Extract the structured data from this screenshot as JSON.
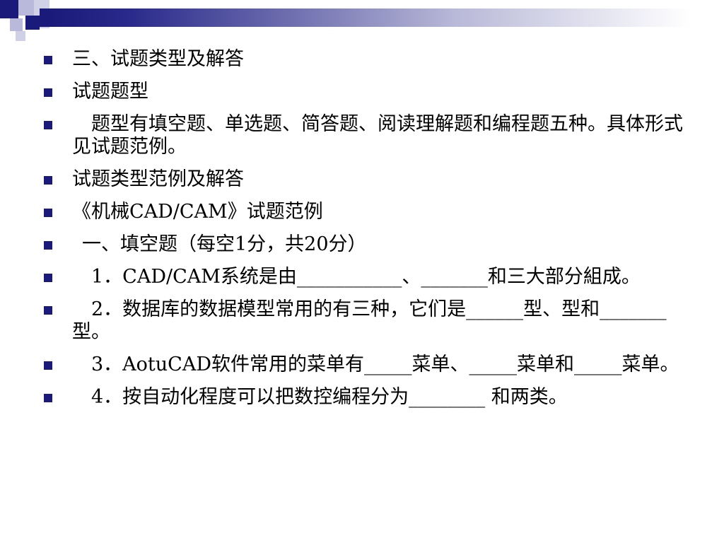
{
  "header": {
    "brand_color": "#1a1a7a",
    "accent_color": "#b9b9db"
  },
  "bullets": [
    {
      "text": "三、试题类型及解答"
    },
    {
      "text": "试题题型"
    },
    {
      "text": "　题型有填空题、单选题、简答题、阅读理解题和编程题五种。具体形式见试题范例。"
    },
    {
      "text": "试题类型范例及解答"
    },
    {
      "text": "《机械CAD/CAM》试题范例"
    },
    {
      "text": "一、填空题（每空1分，共20分）"
    },
    {
      "text": "　1．CAD/CAM系统是由___________、_______和三大部分組成。"
    },
    {
      "text": "　2．数据库的数据模型常用的有三种，它们是______型、型和_______型。"
    },
    {
      "text": "　3．AotuCAD软件常用的菜单有_____菜单、_____菜单和_____菜单。"
    },
    {
      "text": "　4．按自动化程度可以把数控编程分为________ 和两类。"
    }
  ]
}
